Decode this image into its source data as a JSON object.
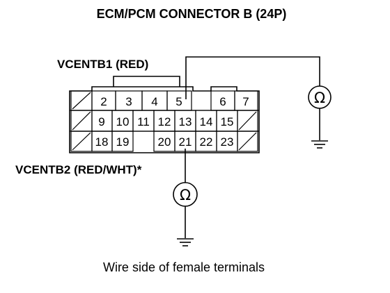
{
  "title": "ECM/PCM CONNECTOR B (24P)",
  "top_wire_label": "VCENTB1 (RED)",
  "bottom_wire_label": "VCENTB2 (RED/WHT)*",
  "caption": "Wire side of female terminals",
  "meter_symbol": "Ω",
  "meter_icon": "ohmmeter-icon",
  "ground_icon": "ground-icon",
  "connector": {
    "row1": [
      "",
      "2",
      "3",
      "4",
      "5",
      "",
      "6",
      "7"
    ],
    "row2": [
      "",
      "9",
      "10",
      "11",
      "12",
      "13",
      "14",
      "15",
      ""
    ],
    "row3": [
      "",
      "18",
      "19",
      "",
      "20",
      "21",
      "22",
      "23",
      ""
    ]
  }
}
